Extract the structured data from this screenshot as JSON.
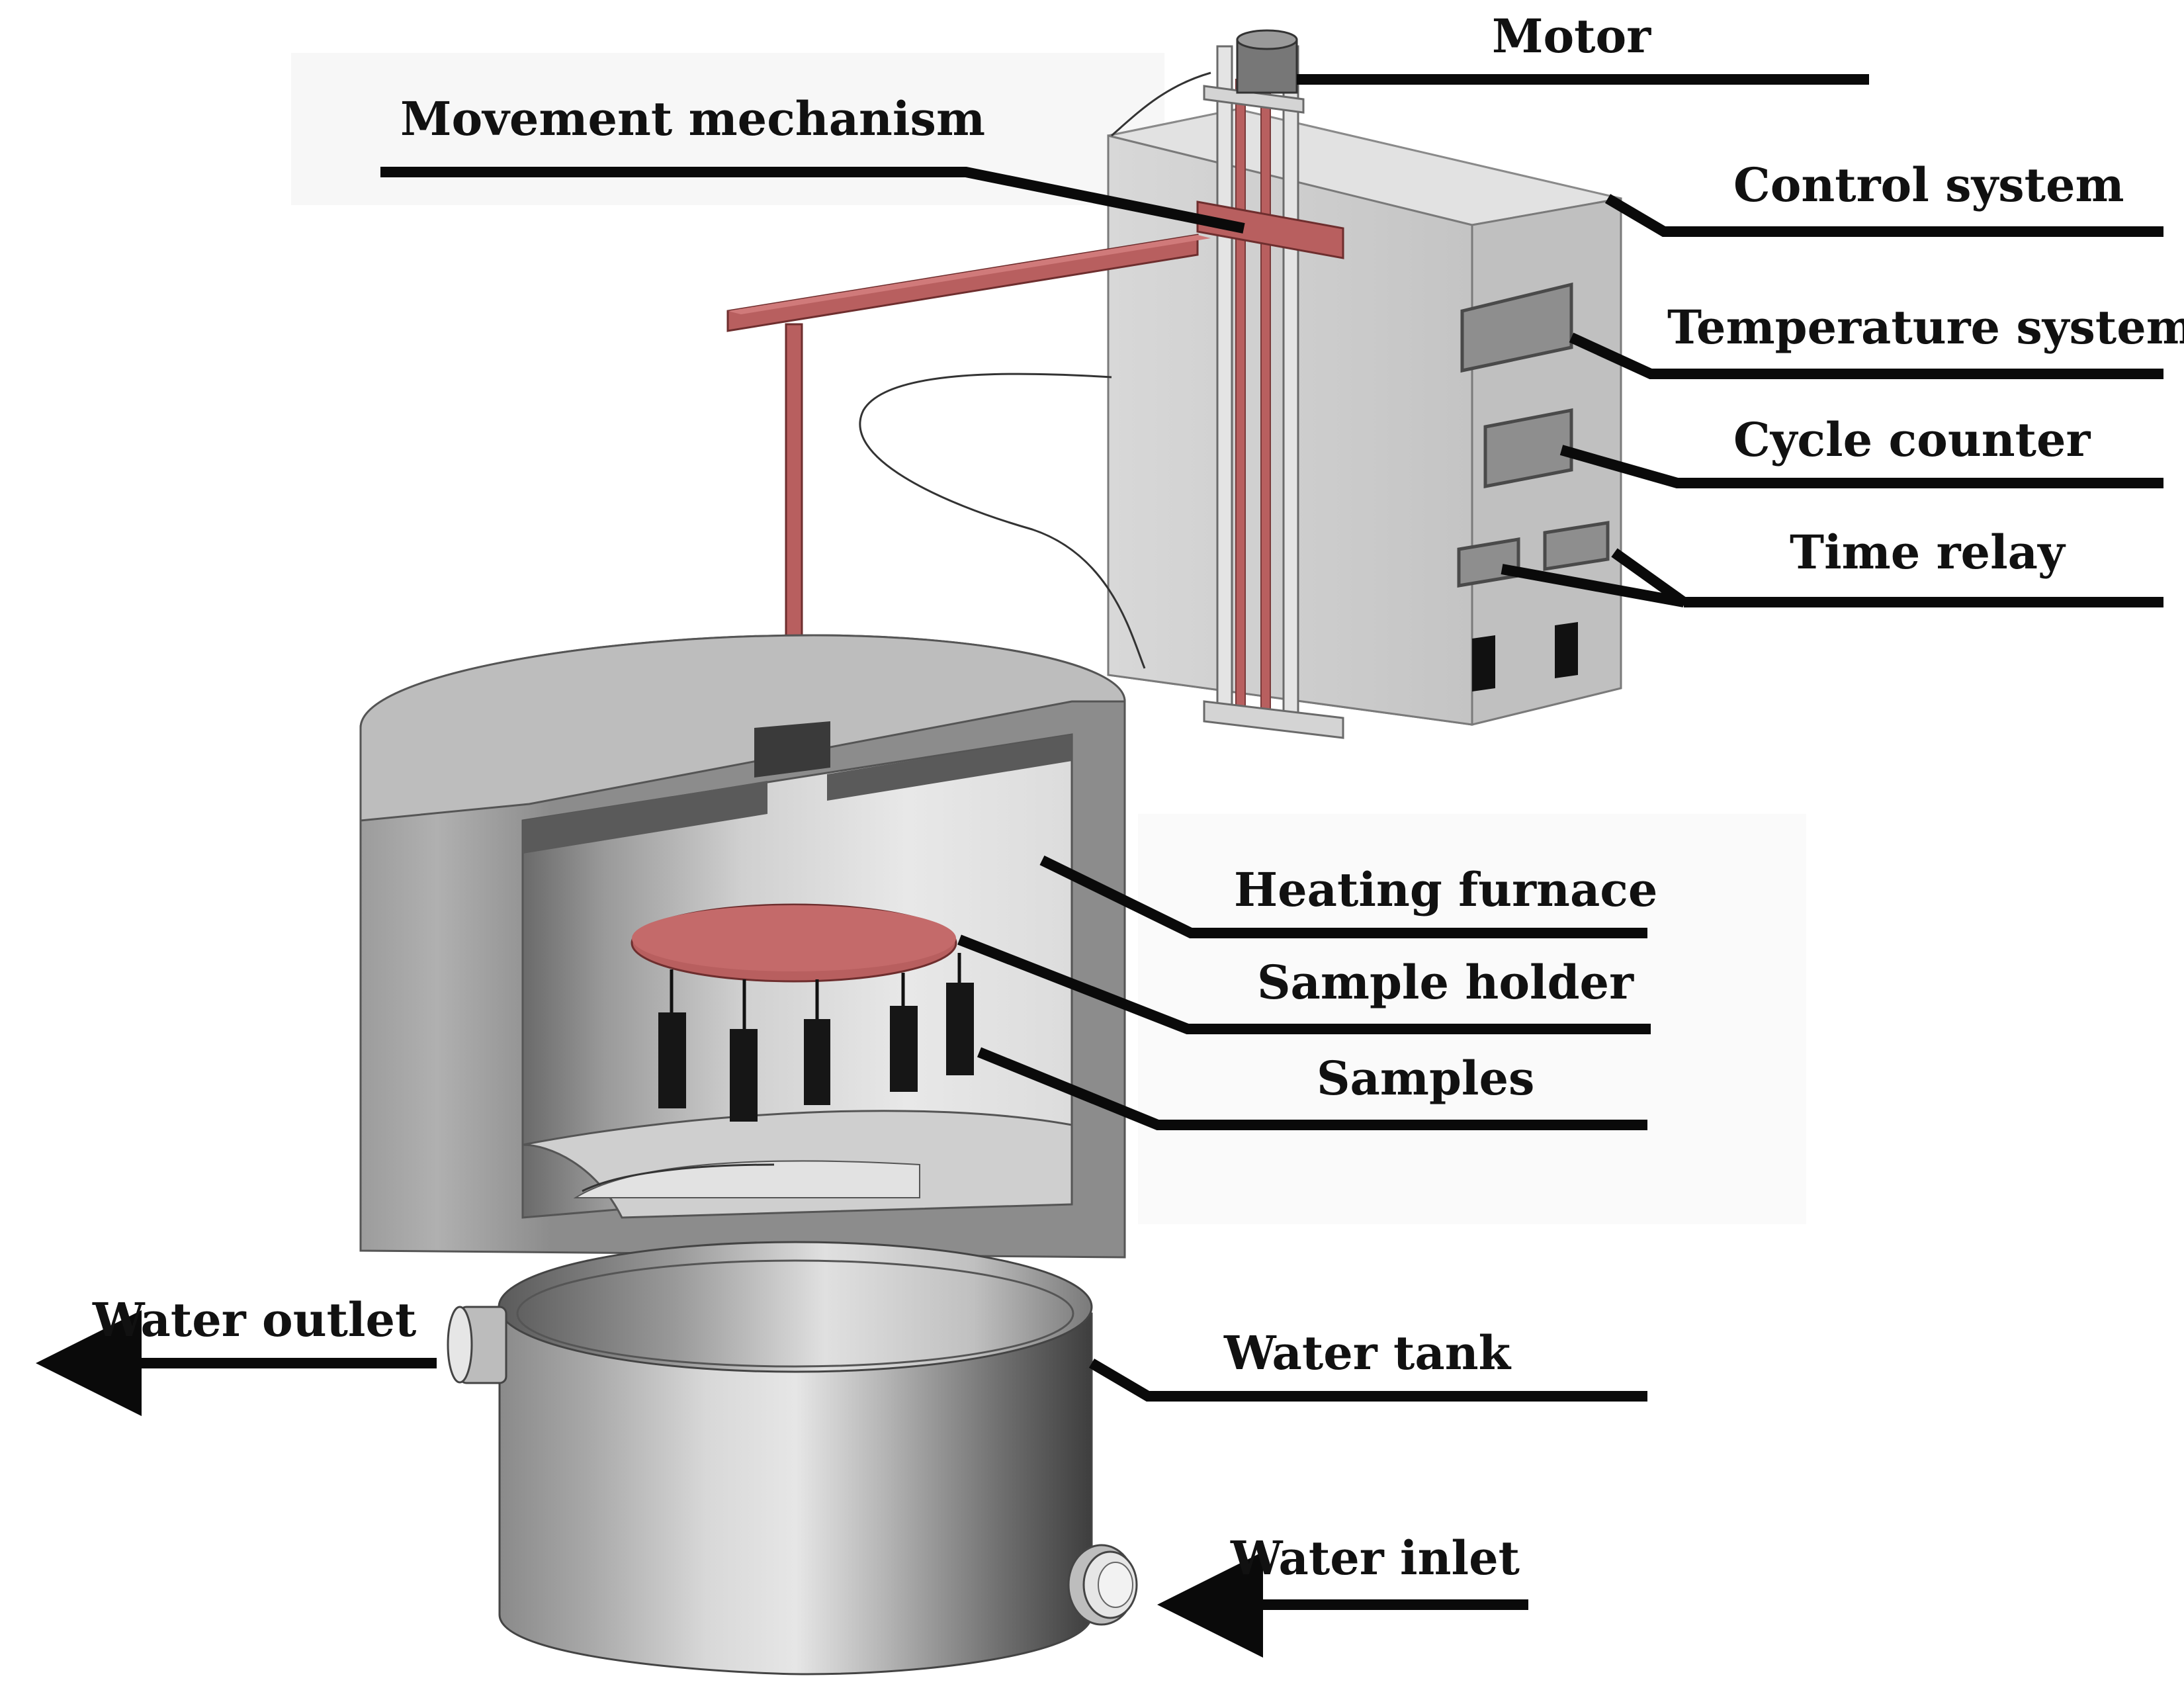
{
  "labels": {
    "motor": "Motor",
    "movement_mechanism": "Movement mechanism",
    "control_system": "Control system",
    "temperature_system": "Temperature system",
    "cycle_counter": "Cycle counter",
    "time_relay": "Time relay",
    "heating_furnace": "Heating furnace",
    "sample_holder": "Sample holder",
    "samples": "Samples",
    "water_outlet": "Water outlet",
    "water_tank": "Water tank",
    "water_inlet": "Water inlet"
  },
  "colors": {
    "mechanism_red": "#b85f5f",
    "leader_line": "#0a0a0a",
    "cabinet_grey": "#cfcfcf",
    "furnace_grey": "#9a9a9a"
  }
}
